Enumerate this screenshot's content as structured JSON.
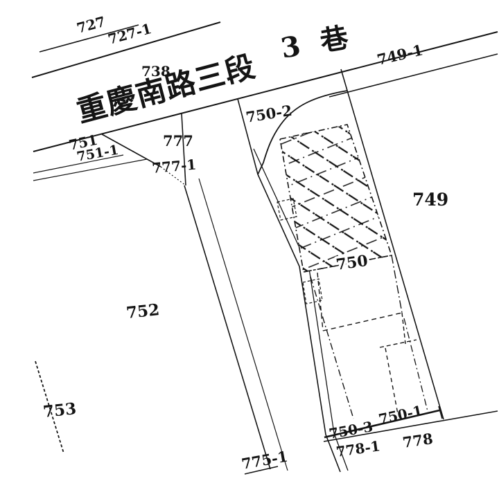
{
  "map": {
    "kind": "cadastral-parcel-map",
    "background_color": "#ffffff",
    "ink_color": "#141414",
    "road_labels": {
      "main_road": "重慶南路三段",
      "lane": "3 巷"
    },
    "parcel_labels": {
      "p727": "727",
      "p727_1": "727-1",
      "p738": "738",
      "p749": "749",
      "p749_1": "749-1",
      "p750": "750",
      "p750_1": "750-1",
      "p750_2": "750-2",
      "p750_3": "750-3",
      "p751": "751",
      "p751_1": "751-1",
      "p752": "752",
      "p753": "753",
      "p775_1": "775-1",
      "p777": "777",
      "p777_1": "777-1",
      "p778": "778",
      "p778_1": "778-1"
    }
  }
}
